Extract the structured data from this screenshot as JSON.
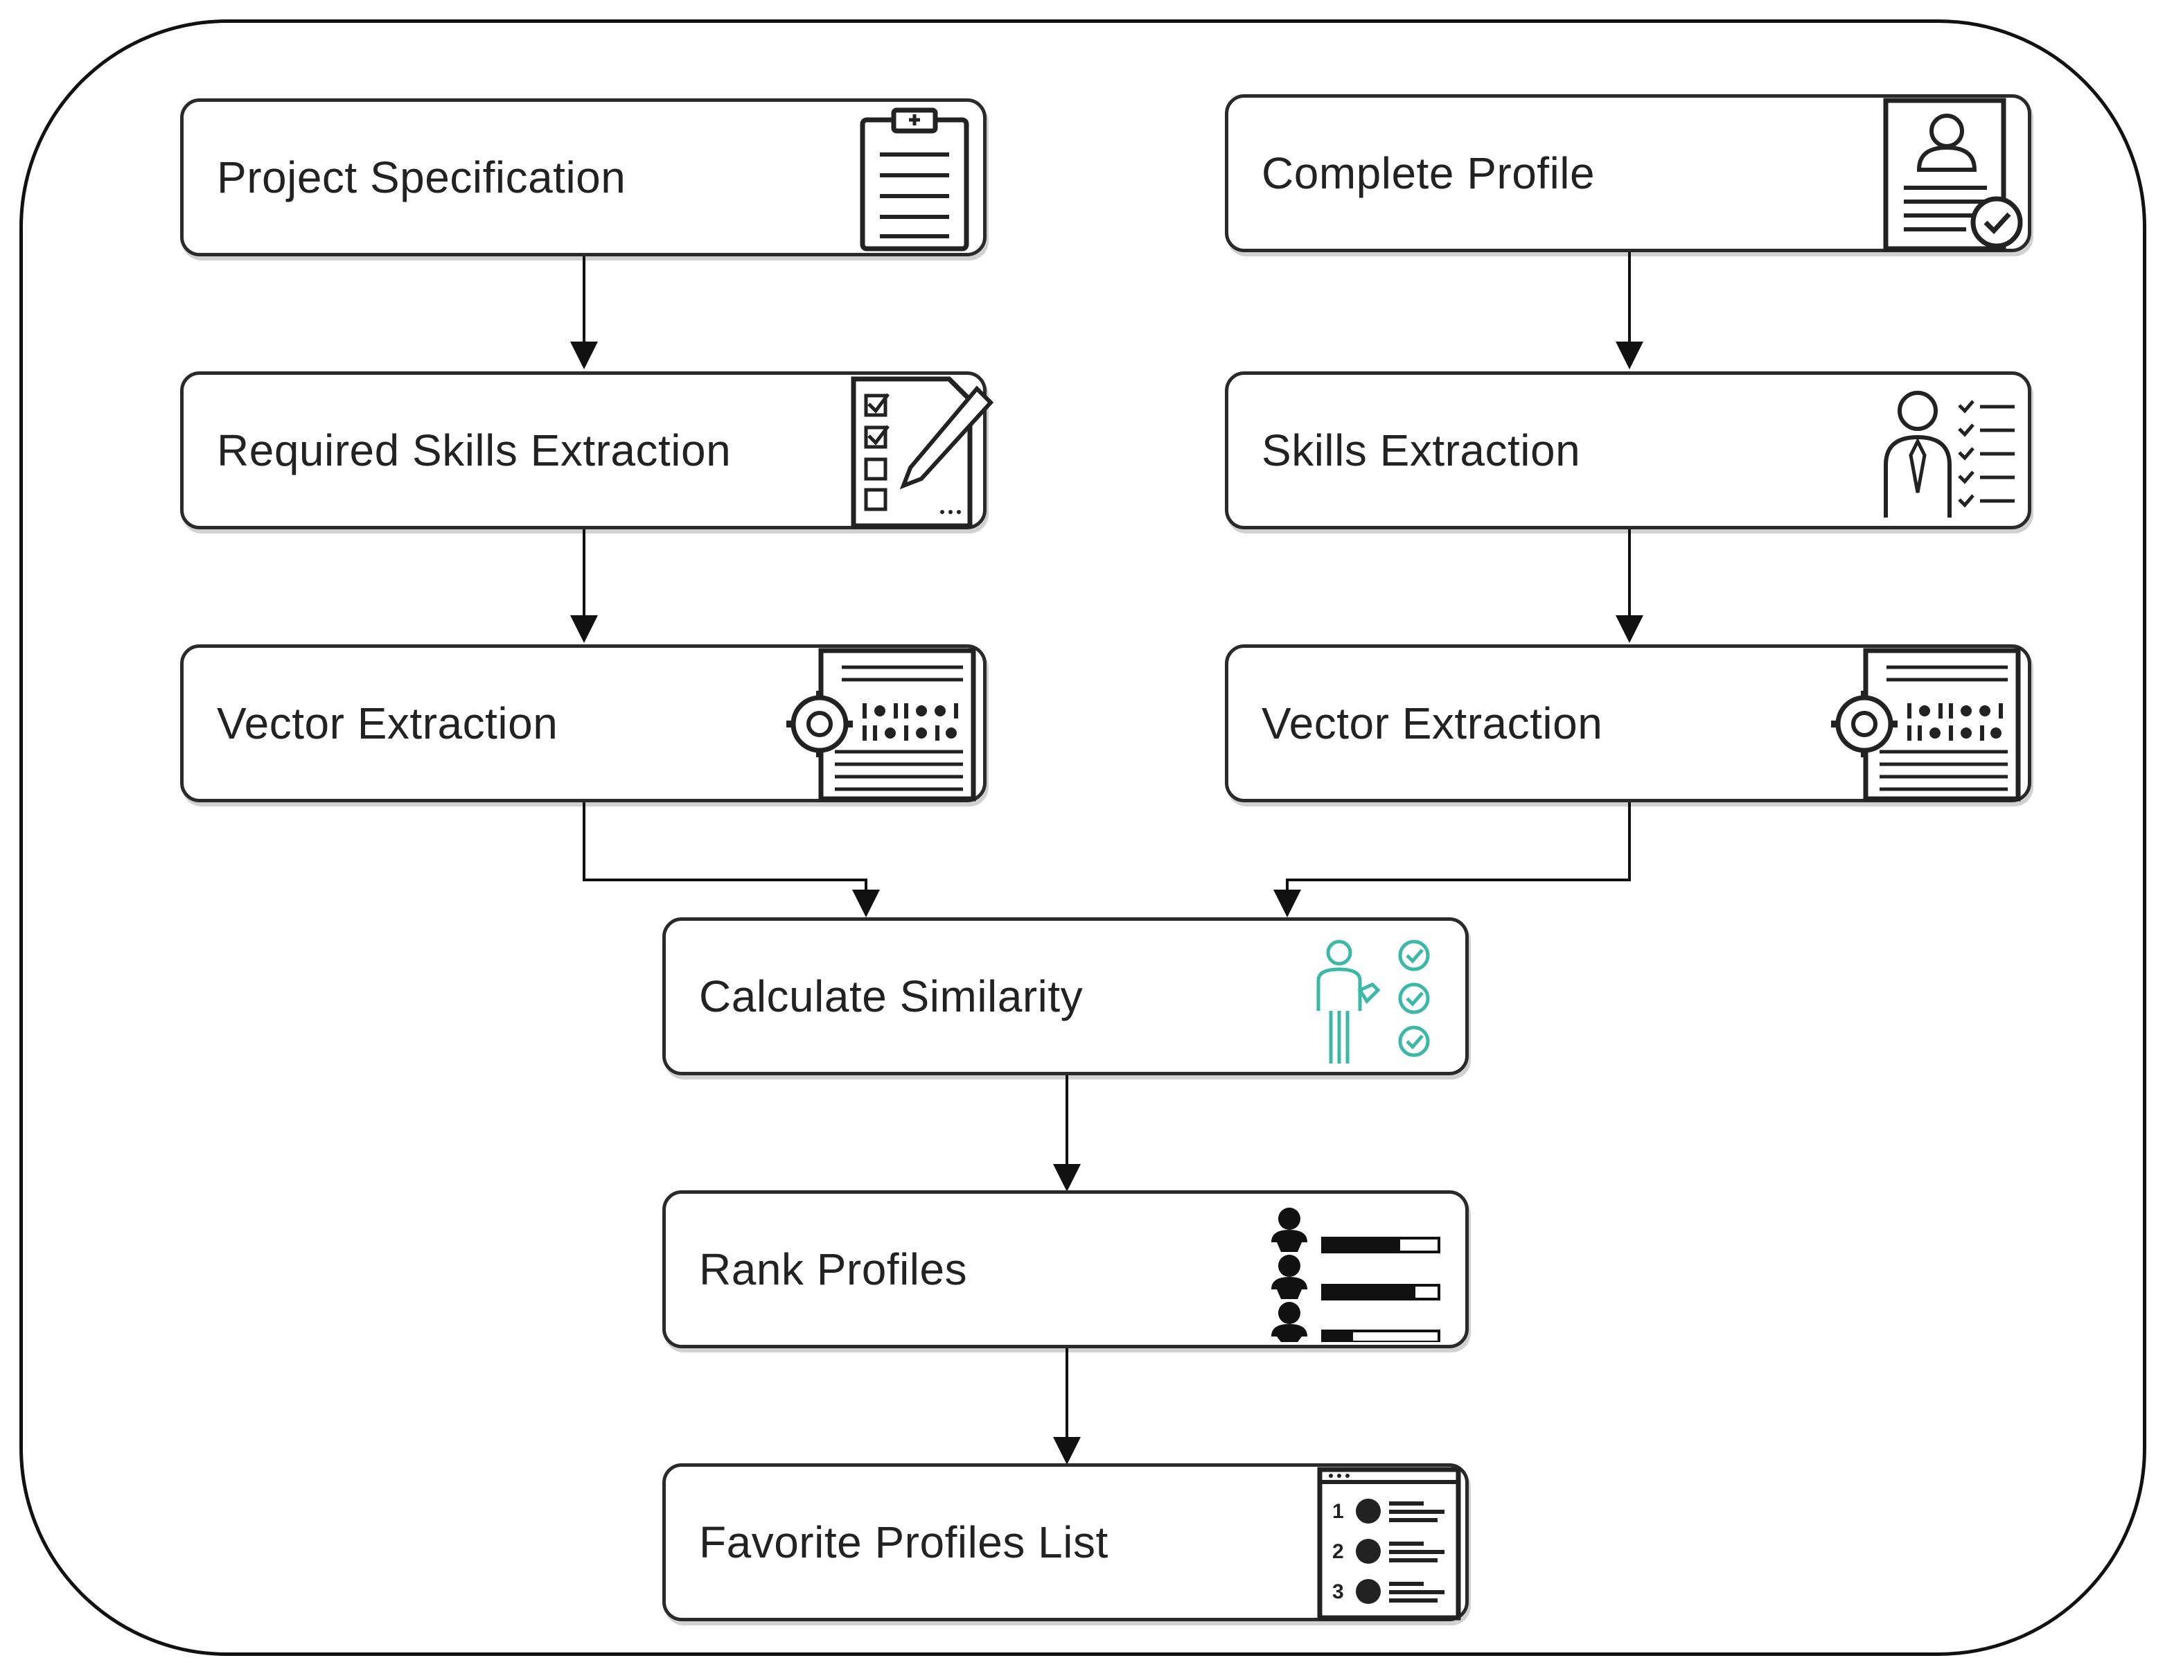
{
  "diagram": {
    "nodes": {
      "project_spec": {
        "label": "Project Specification",
        "icon": "clipboard-icon"
      },
      "required_skills": {
        "label": "Required Skills Extraction",
        "icon": "checklist-pencil-icon"
      },
      "vector_left": {
        "label": "Vector Extraction",
        "icon": "gear-binary-document-icon"
      },
      "complete_profile": {
        "label": "Complete Profile",
        "icon": "profile-document-check-icon"
      },
      "skills_extraction": {
        "label": "Skills Extraction",
        "icon": "person-checklist-icon"
      },
      "vector_right": {
        "label": "Vector Extraction",
        "icon": "gear-binary-document-icon"
      },
      "similarity": {
        "label": "Calculate Similarity",
        "icon": "person-presenting-checks-icon"
      },
      "rank": {
        "label": "Rank Profiles",
        "icon": "ranked-people-bars-icon"
      },
      "favorites": {
        "label": "Favorite Profiles List",
        "icon": "numbered-list-icon"
      }
    },
    "edges": [
      [
        "project_spec",
        "required_skills"
      ],
      [
        "required_skills",
        "vector_left"
      ],
      [
        "complete_profile",
        "skills_extraction"
      ],
      [
        "skills_extraction",
        "vector_right"
      ],
      [
        "vector_left",
        "similarity"
      ],
      [
        "vector_right",
        "similarity"
      ],
      [
        "similarity",
        "rank"
      ],
      [
        "rank",
        "favorites"
      ]
    ],
    "colors": {
      "stroke": "#2a2a2a",
      "arrow": "#111111",
      "accent_teal": "#3bb8a6"
    }
  }
}
